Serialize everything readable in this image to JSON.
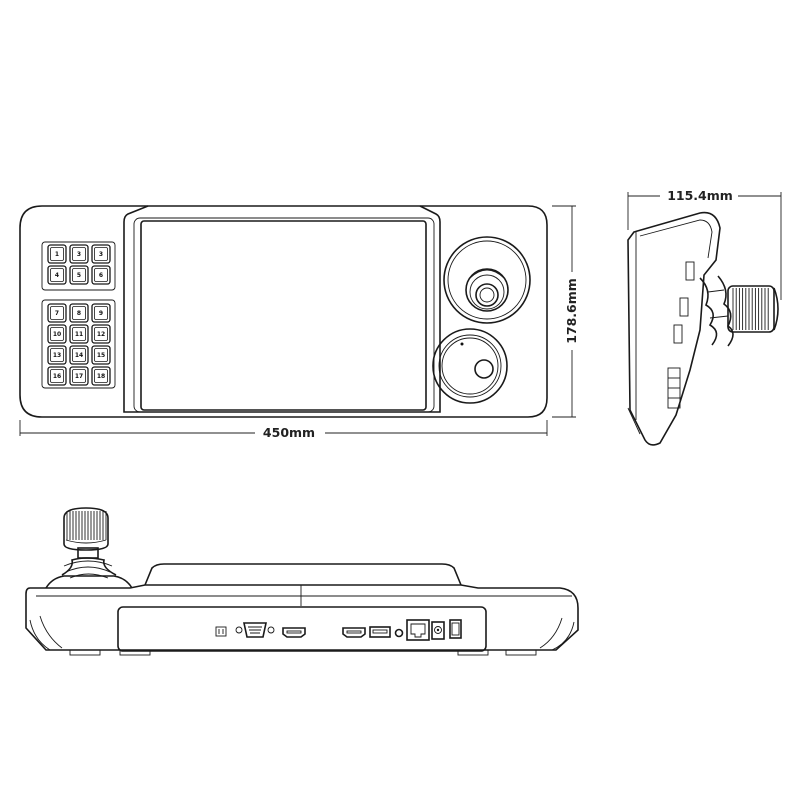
{
  "dimensions": {
    "width": "450mm",
    "height": "178.6mm",
    "depth": "115.4mm"
  },
  "keypad_top": [
    "1",
    "3",
    "3",
    "4",
    "5",
    "6"
  ],
  "keypad_bottom": [
    "7",
    "8",
    "9",
    "10",
    "11",
    "12",
    "13",
    "14",
    "15",
    "16",
    "17",
    "18"
  ],
  "views": {
    "top": "top-view",
    "side": "side-view",
    "rear": "rear-view"
  }
}
